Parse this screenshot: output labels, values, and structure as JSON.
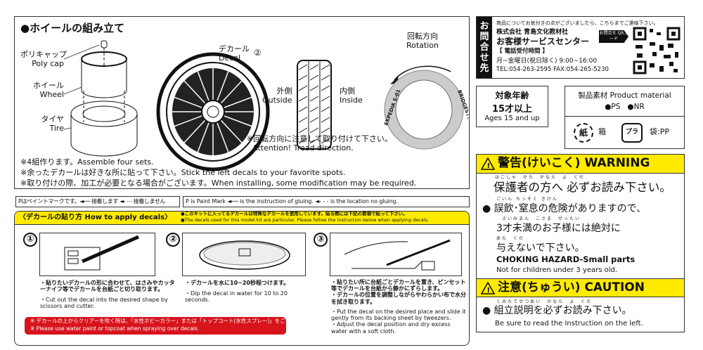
{
  "assembly": {
    "title": "●ホイールの組み立て",
    "poly_cap": {
      "jp": "ポリキャップ",
      "en": "Poly cap"
    },
    "wheel": {
      "jp": "ホイール",
      "en": "Wheel"
    },
    "tire": {
      "jp": "タイヤ",
      "en": "Tire"
    },
    "decal": {
      "jp": "デカール",
      "en": "Decal",
      "num": "②"
    },
    "outside": {
      "jp": "外側",
      "en": "Outside"
    },
    "inside": {
      "jp": "内側",
      "en": "Inside"
    },
    "rotation": {
      "jp": "回転方向",
      "en": "Rotation"
    },
    "tire_text_left": "EXPEDIA S-01",
    "tire_text_right": "BRIDGESTONE",
    "tread_note": {
      "jp": "※回転方向に注意して取り付けて下さい。",
      "en": "Attention! Tread direction."
    },
    "notes": [
      "※4組作ります。Assemble four sets.",
      "※余ったデカールは好きな所に貼って下さい。Stick the left decals to your favorite spots.",
      "※取り付けの際、加工が必要となる場合がございます。When installing, some modification may be required."
    ]
  },
  "legend": {
    "jp": "Pはペイントマークです。◄── 接着します ◄- - - 接着しません",
    "en": "P is Paint Mark ◄── is the instruction of gluing. ◄- - - is the location no gluing."
  },
  "decals": {
    "title": "〈デカールの貼り方 How to apply decals〉",
    "intro_jp": "●このキットに入ってるデカールは特殊なデカールを使用しています。貼る際には下記の要領で貼って下さい。",
    "intro_en": "●The decals used for this model kit are particular. Please follow the instruction below when applying decals.",
    "steps": [
      {
        "num": "①",
        "jp": "・貼りたいデカールの形に合わせて、はさみやカッターナイフ等でデカールを台紙ごと切り取ります。",
        "en": "・Cut out the decal into the desired shape by scissors and cutter."
      },
      {
        "num": "②",
        "jp": "・デカールを水に10~20秒程つけます。",
        "en": "・Dip the decal in water for 10 to 20 seconds."
      },
      {
        "num": "③",
        "jp": "・貼りたい所に台紙ごとデカールを置き、ピンセット等でデカールを台紙から静かにずらします。\n・デカールの位置を調整しながらやわらかい布で水分を拭き取ります。",
        "en": "・Put the decal on the desired place and slide it gently from its backing sheet by tweezers.\n・Adjust the decal position and dry excess water with a soft cloth."
      }
    ],
    "warning_jp": "※ デカールの上からクリアーを吹く時は、「水性ホビーカラー」または「トップコート(水性スプレー)」をご使用下さい。",
    "warning_en": "※ Please use water paint or topcoat when spraying over decals."
  },
  "contact": {
    "side": "お問合せ先",
    "intro": "商品についてお気付きの点がございましたら、こちらまでご連絡下さい。",
    "company": "株式会社 青島文化教材社",
    "center": "お客様サービスセンター",
    "hours_label": "【 電話受付時間 】",
    "hours": "月~金曜日(祝日除く) 9:00~16:00",
    "phone": "TEL:054-263-2595  FAX:054-265-5230",
    "qr_label": "お問合せ QRコード"
  },
  "age": {
    "jp1": "対象年齢",
    "jp2": "15才以上",
    "en": "Ages 15 and up"
  },
  "material": {
    "title": "製品素材 Product material",
    "items": "●PS   ●NR",
    "paper_icon": "紙",
    "box": "箱",
    "plastic_icon": "プラ",
    "bag": "袋:PP"
  },
  "warning": {
    "header": "警告(けいこく) WARNING",
    "line1_ruby": "ほごしゃ　かた　かなら　よ　くだ",
    "line1": "保護者の方へ 必ずお読み下さい。",
    "line2_ruby": "ごいん ちっそく きけん",
    "line2": "● 誤飲･窒息の危険がありますので、",
    "line3_ruby": "さいみまん　こさま　ぜったい",
    "line3": "3才未満のお子様には絶対に",
    "line4_ruby": "あた　くだ",
    "line4": "与えないで下さい。",
    "en_bold": "CHOKING HAZARD-Small parts",
    "en": "Not for children under 3 years old."
  },
  "caution": {
    "header": "注意(ちゅうい) CAUTION",
    "ruby": "くみたてせつめい　かなら　よ　くだ",
    "line": "● 組立説明を必ずお読み下さい。",
    "en": "Be sure to read the Instruction on the left."
  },
  "colors": {
    "yellow": "#ffea00",
    "red": "#d7141c",
    "black": "#111111"
  }
}
